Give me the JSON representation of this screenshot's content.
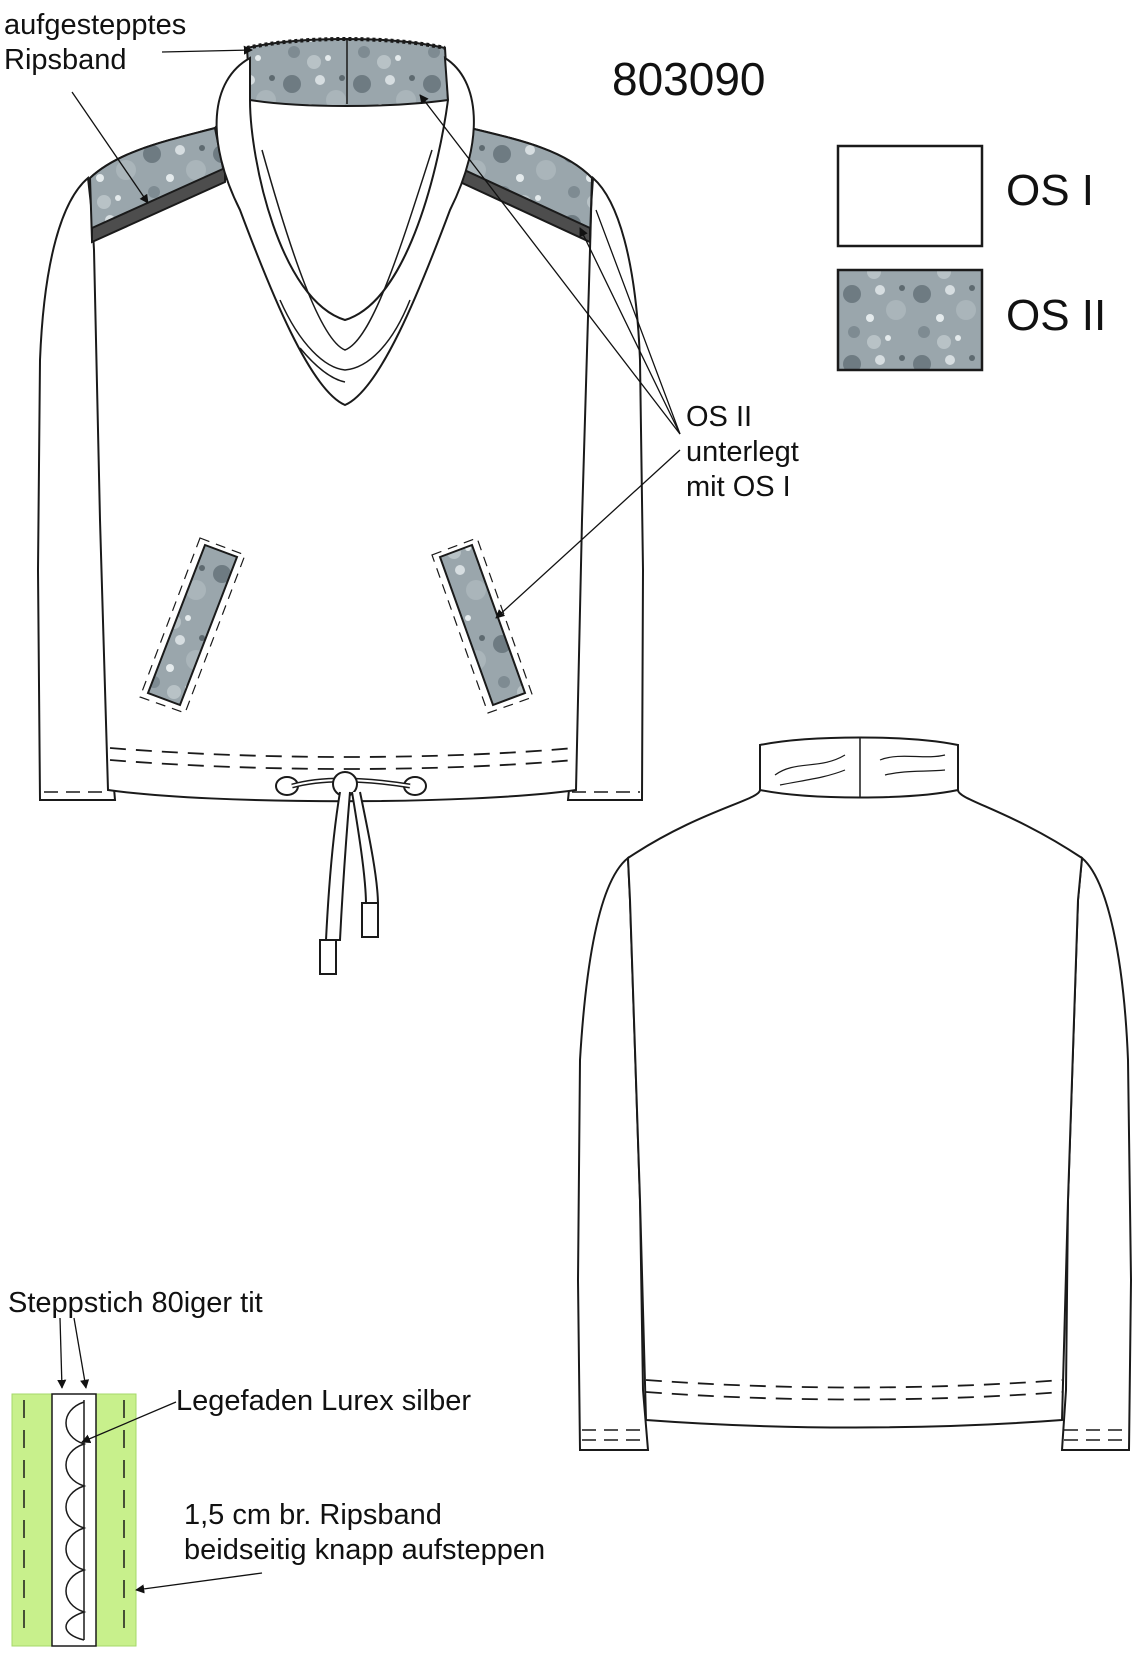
{
  "style_number": "803090",
  "legend": {
    "items": [
      {
        "label": "OS I",
        "swatch": "plain",
        "fill": "#ffffff"
      },
      {
        "label": "OS II",
        "swatch": "dotted",
        "fill": "#9aa6ac"
      }
    ]
  },
  "callouts": {
    "ribbon": {
      "line1": "aufgestepptes",
      "line2": "Ripsband"
    },
    "os_ii_backed": {
      "line1": "OS II",
      "line2": "unterlegt",
      "line3": "mit OS I"
    }
  },
  "detail": {
    "stitch": "Steppstich 80iger tit",
    "thread": "Legefaden Lurex silber",
    "ribbon_line1": "1,5 cm br. Ripsband",
    "ribbon_line2": "beidseitig knapp aufsteppen",
    "highlight_color": "#c8f08c"
  },
  "colors": {
    "outline": "#1a1a1a",
    "print_base": "#9aa6ac",
    "dot_dark": "#6e7b82",
    "dot_light": "#d6dde0"
  }
}
